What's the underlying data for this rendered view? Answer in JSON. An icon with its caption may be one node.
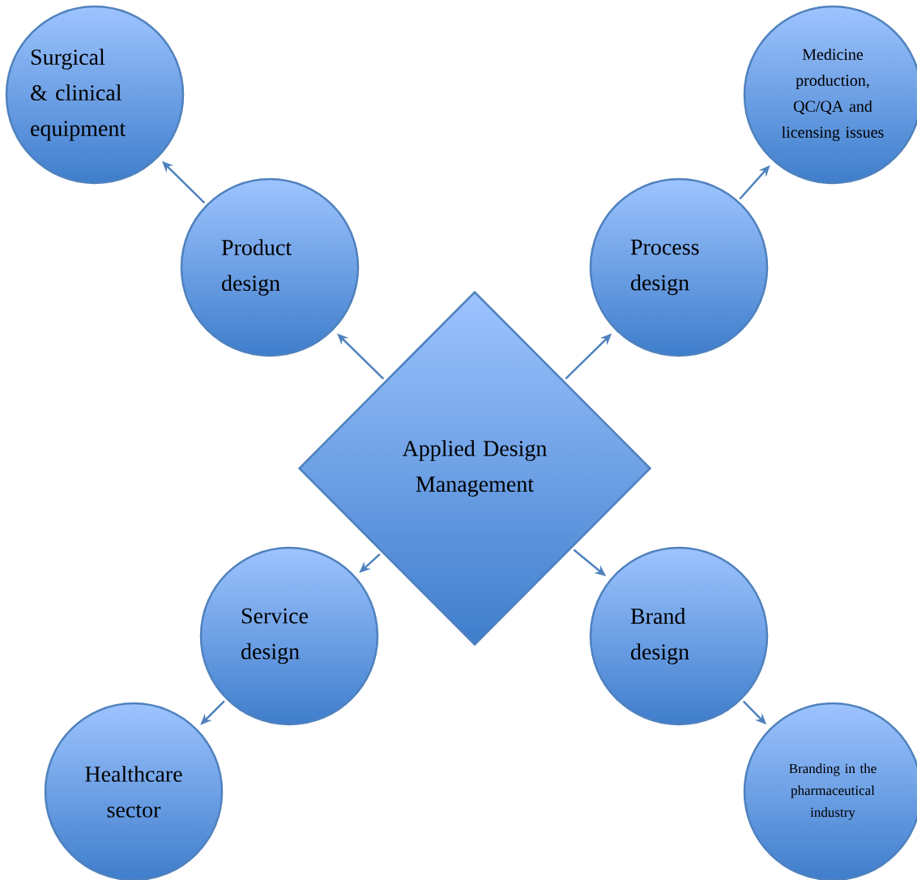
{
  "diagram": {
    "nodes": [
      {
        "text": [
          "Applied Design Management"
        ]
      },
      {
        "text": [
          "Product design"
        ]
      },
      {
        "text": [
          "Surgical & clinical equipment"
        ]
      },
      {
        "text": [
          "Process design"
        ]
      },
      {
        "text": [
          "Medicine production, QC/QA and licensing issues"
        ]
      },
      {
        "text": [
          "Service design"
        ]
      },
      {
        "text": [
          "Healthcare sector"
        ]
      },
      {
        "text": [
          "Brand design"
        ]
      },
      {
        "text": [
          "Branding in the pharmaceutical industry"
        ]
      }
    ],
    "edges": [
      {
        "from": 0,
        "to": 1,
        "arrow": "to"
      },
      {
        "from": 1,
        "to": 2,
        "arrow": "to"
      },
      {
        "from": 0,
        "to": 3,
        "arrow": "to"
      },
      {
        "from": 3,
        "to": 4,
        "arrow": "to"
      },
      {
        "from": 0,
        "to": 5,
        "arrow": "to"
      },
      {
        "from": 5,
        "to": 6,
        "arrow": "to"
      },
      {
        "from": 0,
        "to": 7,
        "arrow": "to"
      },
      {
        "from": 7,
        "to": 8,
        "arrow": "to"
      }
    ]
  }
}
